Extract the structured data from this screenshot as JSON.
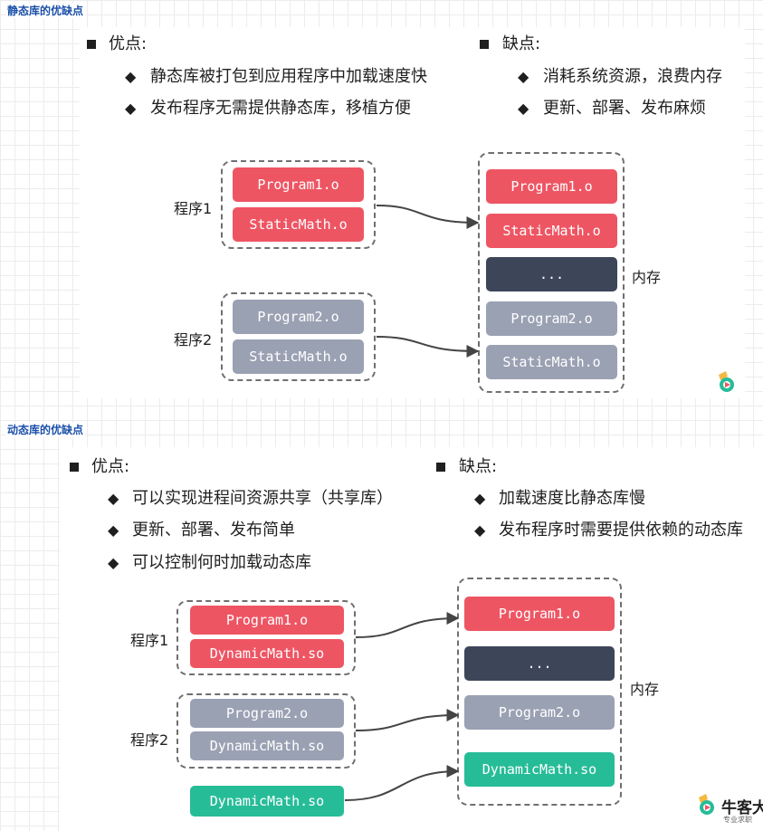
{
  "static": {
    "heading": "静态库的优缺点",
    "pros_title": "优点:",
    "pros": [
      "静态库被打包到应用程序中加载速度快",
      "发布程序无需提供静态库，移植方便"
    ],
    "cons_title": "缺点:",
    "cons": [
      "消耗系统资源，浪费内存",
      "更新、部署、发布麻烦"
    ],
    "program1_label": "程序1",
    "program2_label": "程序2",
    "memory_label": "内存",
    "group1": [
      "Program1.o",
      "StaticMath.o"
    ],
    "group2": [
      "Program2.o",
      "StaticMath.o"
    ],
    "memory": [
      "Program1.o",
      "StaticMath.o",
      "...",
      "Program2.o",
      "StaticMath.o"
    ]
  },
  "dynamic": {
    "heading": "动态库的优缺点",
    "pros_title": "优点:",
    "pros": [
      "可以实现进程间资源共享（共享库）",
      "更新、部署、发布简单",
      "可以控制何时加载动态库"
    ],
    "cons_title": "缺点:",
    "cons": [
      "加载速度比静态库慢",
      "发布程序时需要提供依赖的动态库"
    ],
    "program1_label": "程序1",
    "program2_label": "程序2",
    "memory_label": "内存",
    "group1": [
      "Program1.o",
      "DynamicMath.so"
    ],
    "group2": [
      "Program2.o",
      "DynamicMath.so"
    ],
    "standalone": "DynamicMath.so",
    "memory": [
      "Program1.o",
      "...",
      "Program2.o",
      "DynamicMath.so"
    ]
  },
  "watermark": {
    "brand": "牛客大",
    "tagline": "专业求职"
  },
  "colors": {
    "red": "#ee5563",
    "grey": "#9aa1b3",
    "dark": "#3d4559",
    "teal": "#27bc98",
    "heading": "#1a4fa8"
  }
}
